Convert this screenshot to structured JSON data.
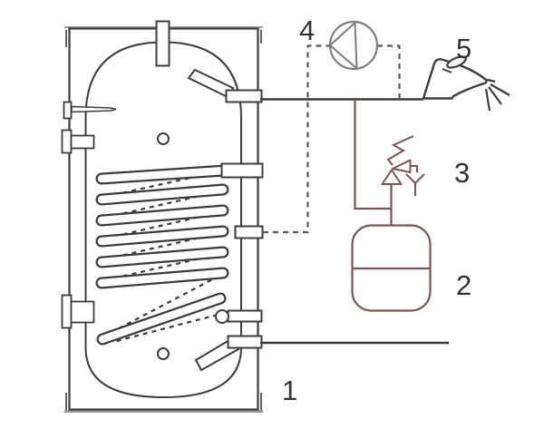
{
  "colors": {
    "bg": "#ffffff",
    "ink": "#3c3c3c",
    "label_ink": "#333333",
    "casing_shadow": "#9a9a9a",
    "dash_gray": "#585858",
    "pump_gray": "#7e7e7e",
    "maroon": "#7a5356"
  },
  "components": {
    "tank": {
      "label": "1"
    },
    "expansion_vessel": {
      "label": "2"
    },
    "safety_valve": {
      "label": "3"
    },
    "pump": {
      "label": "4"
    },
    "tap": {
      "label": "5"
    }
  }
}
